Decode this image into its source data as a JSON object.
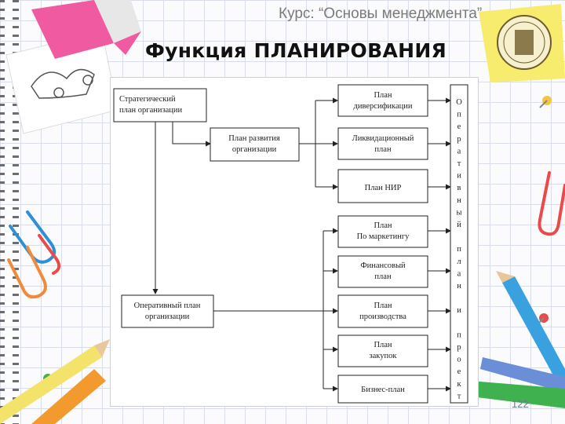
{
  "header": {
    "course": "Курс: “Основы менеджмента”",
    "title": "Функция ПЛАНИРОВАНИЯ"
  },
  "footer": {
    "page_number": "122"
  },
  "diagram": {
    "left_boxes": {
      "strategic": [
        "Стратегический",
        "план организации"
      ],
      "development": [
        "План развития",
        "организации"
      ],
      "operational": [
        "Оперативный план",
        "организации"
      ]
    },
    "right_boxes": [
      [
        "План",
        "диверсификации"
      ],
      [
        "Ликвидационный",
        "план"
      ],
      [
        "План НИР"
      ],
      [
        "План",
        "По маркетингу"
      ],
      [
        "Финансовый",
        "план"
      ],
      [
        "План",
        "производства"
      ],
      [
        "План",
        "закупок"
      ],
      [
        "Бизнес-план"
      ]
    ],
    "vertical_label": [
      "О",
      "п",
      "е",
      "р",
      "а",
      "т",
      "и",
      "в",
      "н",
      "ы",
      "й",
      "",
      "п",
      "л",
      "а",
      "н",
      "",
      "и",
      "",
      "п",
      "р",
      "о",
      "е",
      "к",
      "т"
    ]
  },
  "decor": {
    "clip_colors": [
      "#2e8fd6",
      "#f08a3c",
      "#e94a4a",
      "#f4c542"
    ],
    "pencil_colors": [
      "#f4e36a",
      "#f29a2e",
      "#3aa1e0",
      "#3fb24f"
    ],
    "marker_color": "#f05aa0",
    "sticky_color": "#f7ec6e"
  }
}
